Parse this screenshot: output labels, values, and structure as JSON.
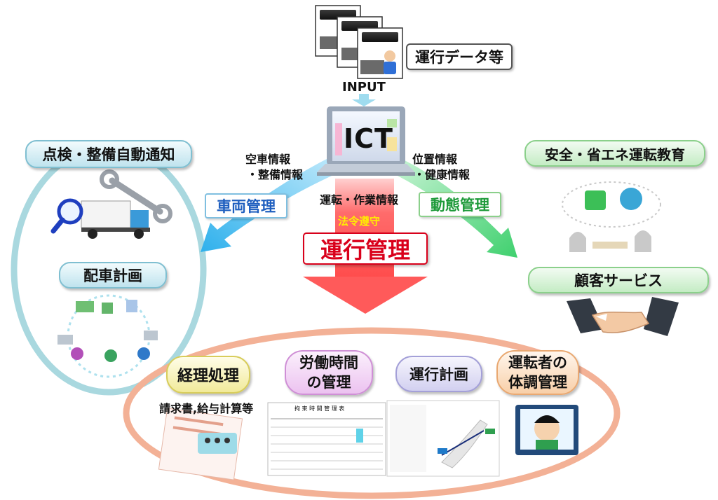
{
  "top": {
    "label": "運行データ等",
    "input_label": "INPUT"
  },
  "center": {
    "laptop_text": "ICT",
    "left_info_line1": "空車情報",
    "left_info_line2": "・整備情報",
    "right_info_line1": "位置情報",
    "right_info_line2": "・健康情報",
    "middle_info": "運転・作業情報",
    "legal": "法令遵守",
    "main_label": "運行管理"
  },
  "left": {
    "box_label": "車両管理",
    "pill_top": "点検・整備自動通知",
    "pill_dispatch": "配車計画"
  },
  "right": {
    "box_label": "動態管理",
    "pill_education": "安全・省エネ運転教育",
    "pill_customer": "顧客サービス"
  },
  "bottom": {
    "pill_accounting": "経理処理",
    "accounting_sub": "請求書,給与計算等",
    "pill_labor_line1": "労働時間",
    "pill_labor_line2": "の管理",
    "pill_plan": "運行計画",
    "pill_health_line1": "運転者の",
    "pill_health_line2": "体調管理",
    "sheet_title": "拘 束 時 間 管 理 表"
  },
  "colors": {
    "left_arrow": "#3fb8ee",
    "right_arrow": "#4fd67a",
    "down_arrow": "#ff5a5a",
    "legal_text": "#ffee00",
    "main_label_text": "#d9001b",
    "left_box_text": "#1f5fbf",
    "right_box_text": "#1e9a3a",
    "ellipse_left": "#a9d8df",
    "ellipse_bottom": "#f3b196"
  }
}
